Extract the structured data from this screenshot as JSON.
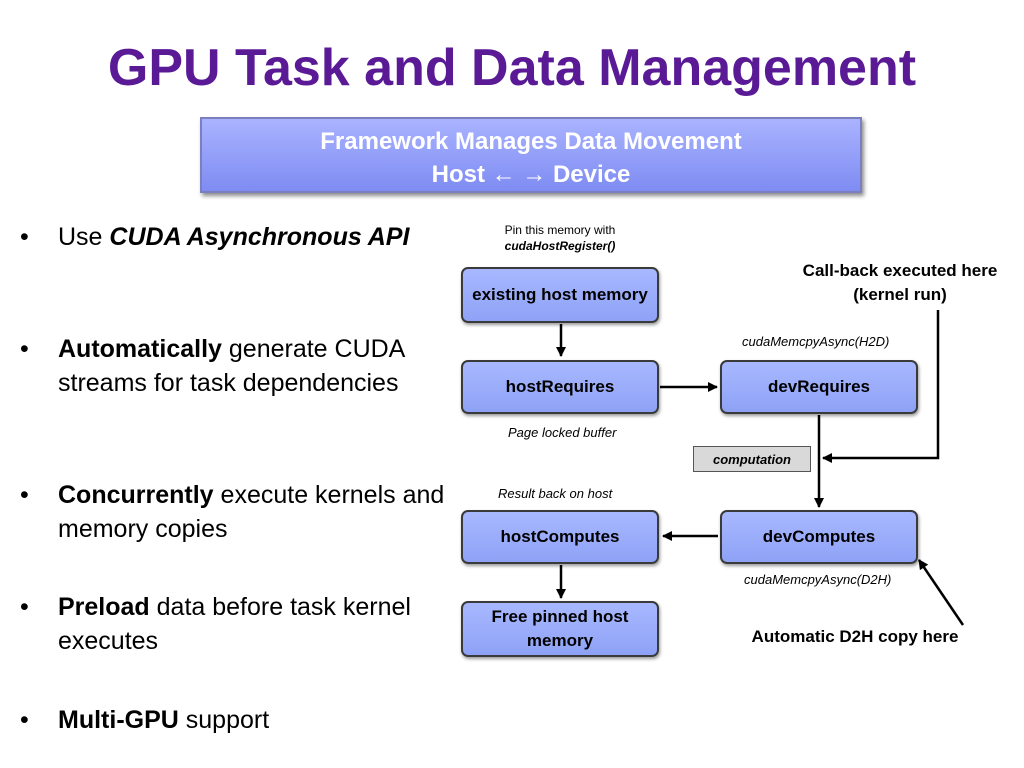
{
  "title": "GPU Task and Data Management",
  "banner": {
    "line1": "Framework Manages Data Movement",
    "line2": "Host ← → Device"
  },
  "bullets": [
    {
      "pre": " Use ",
      "emph": "CUDA Asynchronous API",
      "post": ""
    },
    {
      "pre": " ",
      "emph": "Automatically",
      "post": " generate CUDA streams for task dependencies"
    },
    {
      "pre": " ",
      "emph": "Concurrently",
      "post": " execute kernels and memory copies"
    },
    {
      "pre": " ",
      "emph": "Preload",
      "post": "  data before task kernel executes"
    },
    {
      "pre": " ",
      "emph": "Multi-GPU",
      "post": "  support"
    }
  ],
  "diagram": {
    "pin_note_line1": "Pin this memory with",
    "pin_note_line2": "cudaHostRegister()",
    "nodes": {
      "existing_host_memory": "existing host memory",
      "host_requires": "hostRequires",
      "dev_requires": "devRequires",
      "host_computes": "hostComputes",
      "dev_computes": "devComputes",
      "free_pinned": "Free pinned host memory"
    },
    "callback_line1": "Call-back executed here",
    "callback_line2": "(kernel run)",
    "memcpy_h2d": "cudaMemcpyAsync(H2D)",
    "page_locked": "Page locked buffer",
    "computation": "computation",
    "result_back": "Result back on host",
    "memcpy_d2h": "cudaMemcpyAsync(D2H)",
    "auto_d2h": "Automatic D2H copy here"
  },
  "colors": {
    "title": "#5a1a96",
    "node_fill": "#9aaef8",
    "banner_fill": "#8f9bf6"
  }
}
